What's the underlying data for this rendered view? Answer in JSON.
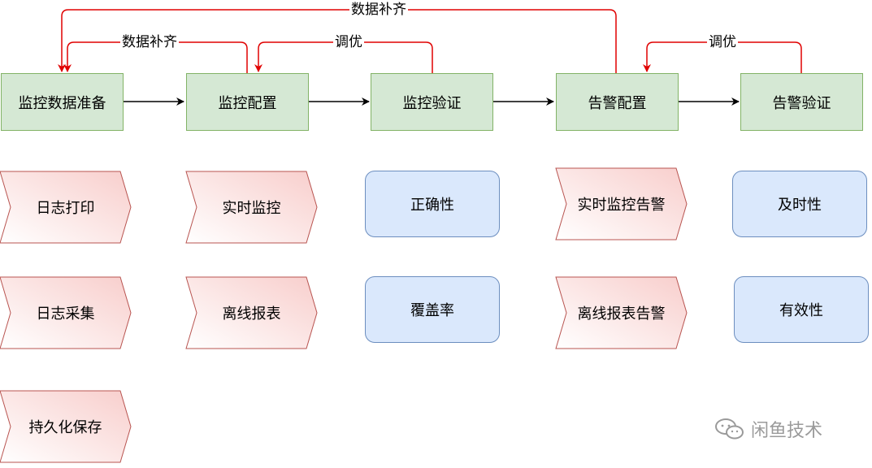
{
  "stages": [
    {
      "id": "prep",
      "label": "监控数据准备"
    },
    {
      "id": "mon_cfg",
      "label": "监控配置"
    },
    {
      "id": "mon_val",
      "label": "监控验证"
    },
    {
      "id": "alert_cfg",
      "label": "告警配置"
    },
    {
      "id": "alert_val",
      "label": "告警验证"
    }
  ],
  "feedback": {
    "top_label": "数据补齐",
    "mid_label": "数据补齐",
    "tune1_label": "调优",
    "tune2_label": "调优"
  },
  "columns": {
    "prep": [
      "日志打印",
      "日志采集",
      "持久化保存"
    ],
    "mon_cfg": [
      "实时监控",
      "离线报表"
    ],
    "mon_val": [
      "正确性",
      "覆盖率"
    ],
    "alert_cfg": [
      "实时监控告警",
      "离线报表告警"
    ],
    "alert_val": [
      "及时性",
      "有效性"
    ]
  },
  "watermark": {
    "text": "闲鱼技术"
  },
  "colors": {
    "stage_fill": "#d5e8d4",
    "stage_border": "#82b366",
    "chevron_border": "#b85450",
    "chevron_gradient_start": "#ffffff",
    "chevron_gradient_end": "#f8cecc",
    "card_fill": "#dae8fc",
    "card_border": "#6c8ebf",
    "feedback_arrow": "#e00000",
    "flow_arrow": "#000000"
  }
}
